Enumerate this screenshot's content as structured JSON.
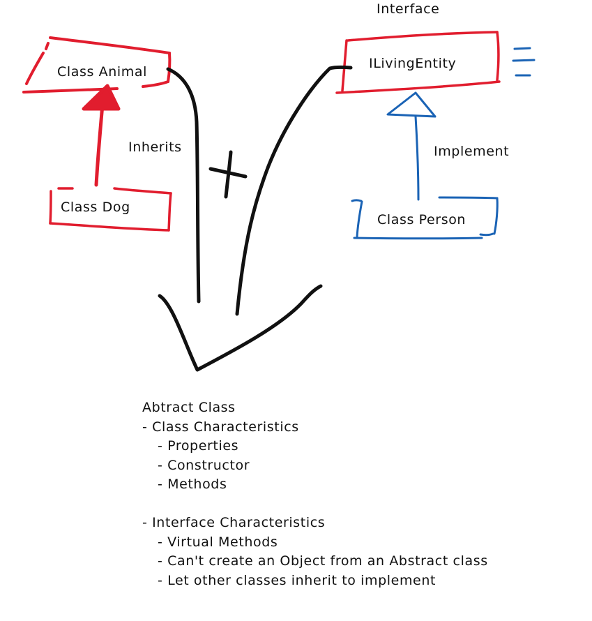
{
  "diagram": {
    "interface_caption": "Interface",
    "class_animal": "Class Animal",
    "class_dog": "Class Dog",
    "interface_name": "ILivingEntity",
    "class_person": "Class Person",
    "inherits_label": "Inherits",
    "implement_label": "Implement",
    "plus_symbol": "+",
    "colors": {
      "inheritance": "#e11d2e",
      "interface_impl": "#1a63b5",
      "ink": "#111111"
    }
  },
  "notes": {
    "title": "Abtract Class",
    "class_characteristics": "- Class Characteristics",
    "class_items": [
      "- Properties",
      "- Constructor",
      "- Methods"
    ],
    "interface_characteristics": "- Interface Characteristics",
    "interface_items": [
      "- Virtual Methods",
      "- Can't create an Object from an Abstract class",
      "- Let other classes inherit to implement"
    ]
  }
}
